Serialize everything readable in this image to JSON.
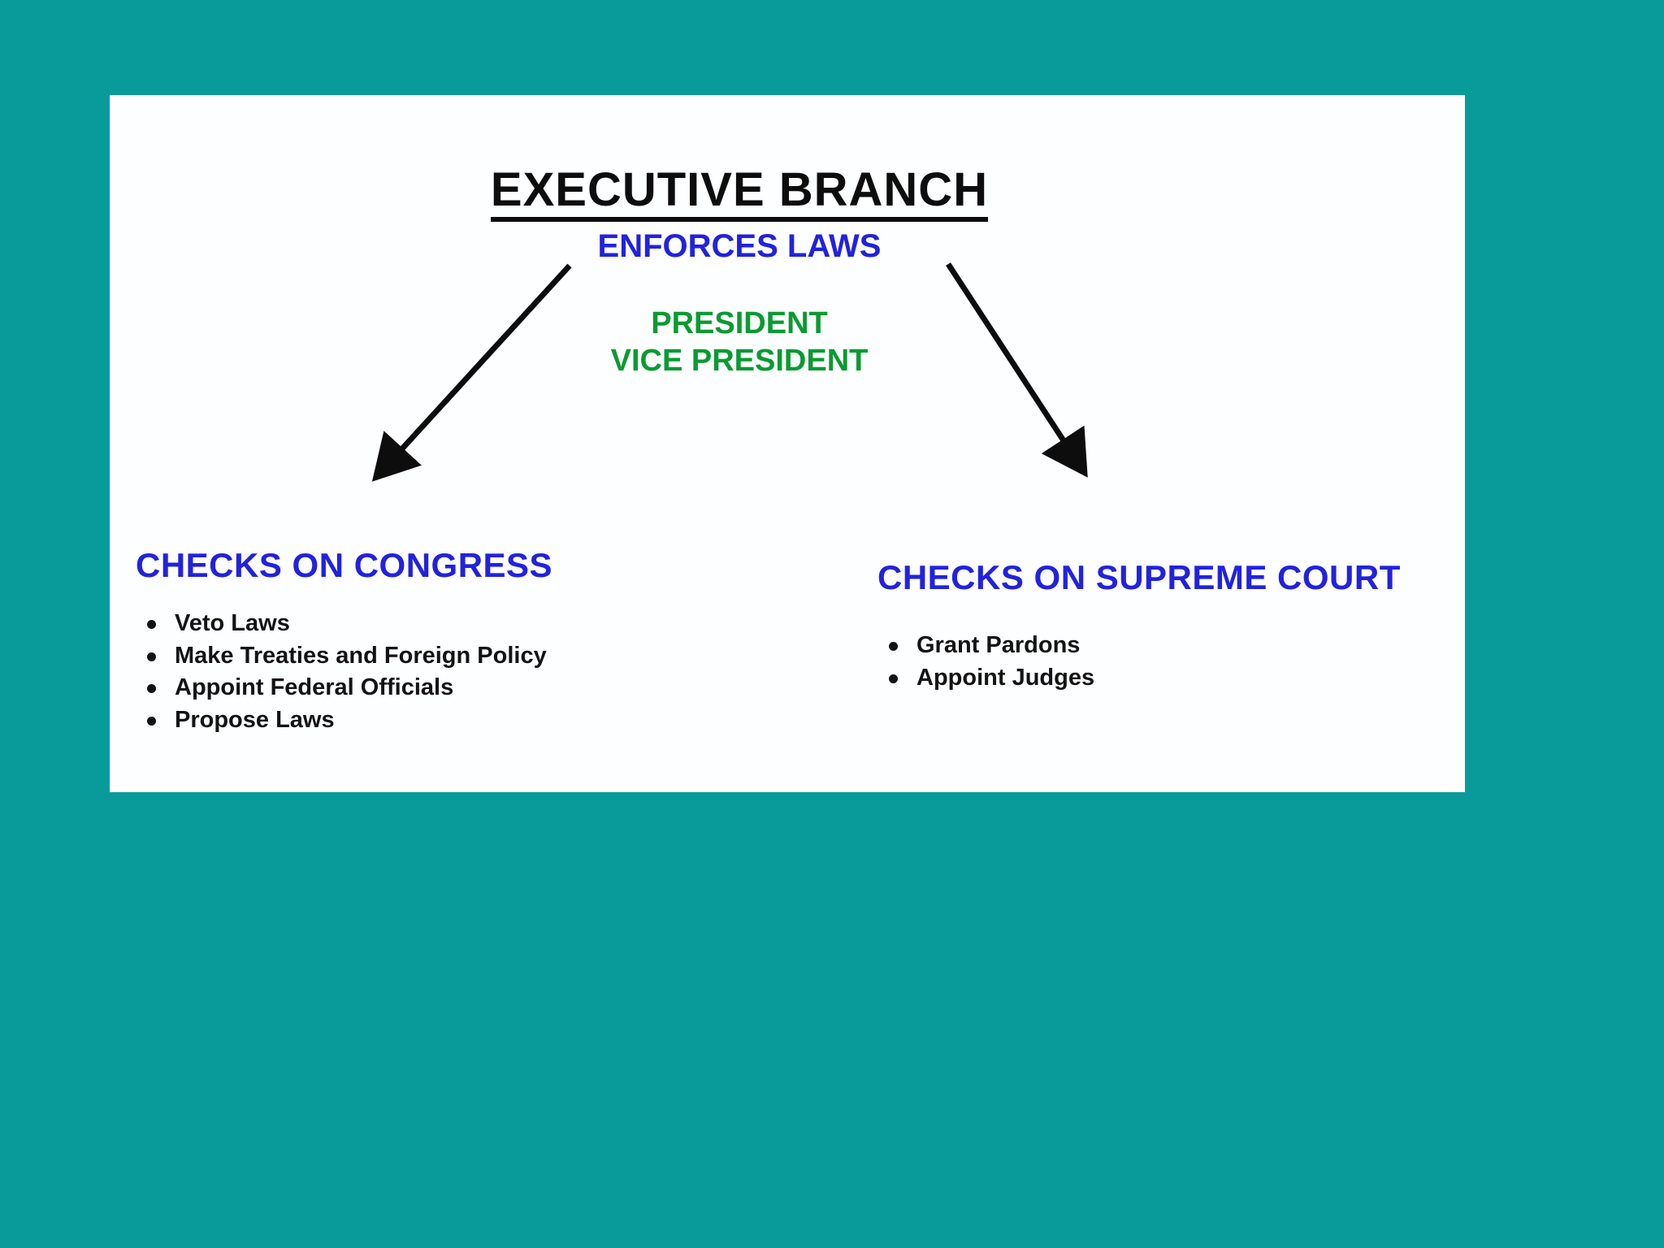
{
  "slide": {
    "title": "EXECUTIVE BRANCH",
    "subtitle": "ENFORCES LAWS",
    "members": [
      "PRESIDENT",
      "VICE PRESIDENT"
    ]
  },
  "left_section": {
    "heading": "CHECKS ON CONGRESS",
    "items": [
      "Veto Laws",
      "Make Treaties and Foreign Policy",
      "Appoint Federal Officials",
      "Propose Laws"
    ]
  },
  "right_section": {
    "heading": "CHECKS ON SUPREME COURT",
    "items": [
      "Grant Pardons",
      "Appoint Judges"
    ]
  },
  "colors": {
    "background_teal": "#099a9a",
    "panel_white": "#fdfeff",
    "heading_blue": "#2222dd",
    "member_green": "#0a9a32",
    "text_black": "#131313",
    "arrow_black": "#0d0d0d"
  }
}
